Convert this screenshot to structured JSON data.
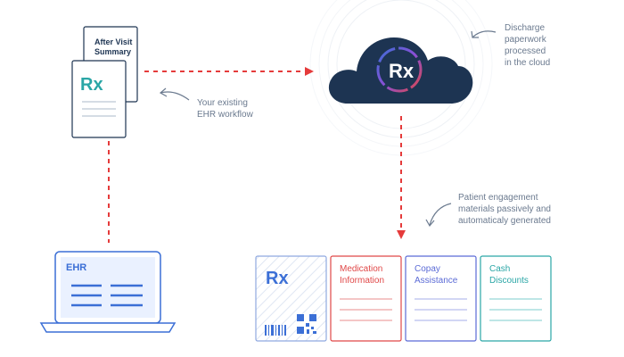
{
  "documents": {
    "after_visit_summary": [
      "After Visit",
      "Summary"
    ],
    "rx_logo": "Rx"
  },
  "cloud": {
    "logo": "Rx",
    "label": [
      "Discharge",
      "paperwork",
      "processed",
      "in the cloud"
    ]
  },
  "ehr": {
    "label": "EHR",
    "annotation": [
      "Your existing",
      "EHR workflow"
    ]
  },
  "engagement": {
    "annotation": [
      "Patient engagement",
      "materials passively and",
      "automaticaly generated"
    ]
  },
  "cards": [
    {
      "id": "rx",
      "title": [],
      "color": "#3b6fd6"
    },
    {
      "id": "medication",
      "title": [
        "Medication",
        "Information"
      ],
      "color": "#e04848"
    },
    {
      "id": "copay",
      "title": [
        "Copay",
        "Assistance"
      ],
      "color": "#5b6bd6"
    },
    {
      "id": "cash",
      "title": [
        "Cash",
        "Discounts"
      ],
      "color": "#2aa6a6"
    }
  ],
  "colors": {
    "navy": "#1d3452",
    "blue": "#3b6fd6",
    "teal": "#2aa6a6",
    "red_dash": "#e53b3b",
    "gray_text": "#6b7a8f"
  }
}
